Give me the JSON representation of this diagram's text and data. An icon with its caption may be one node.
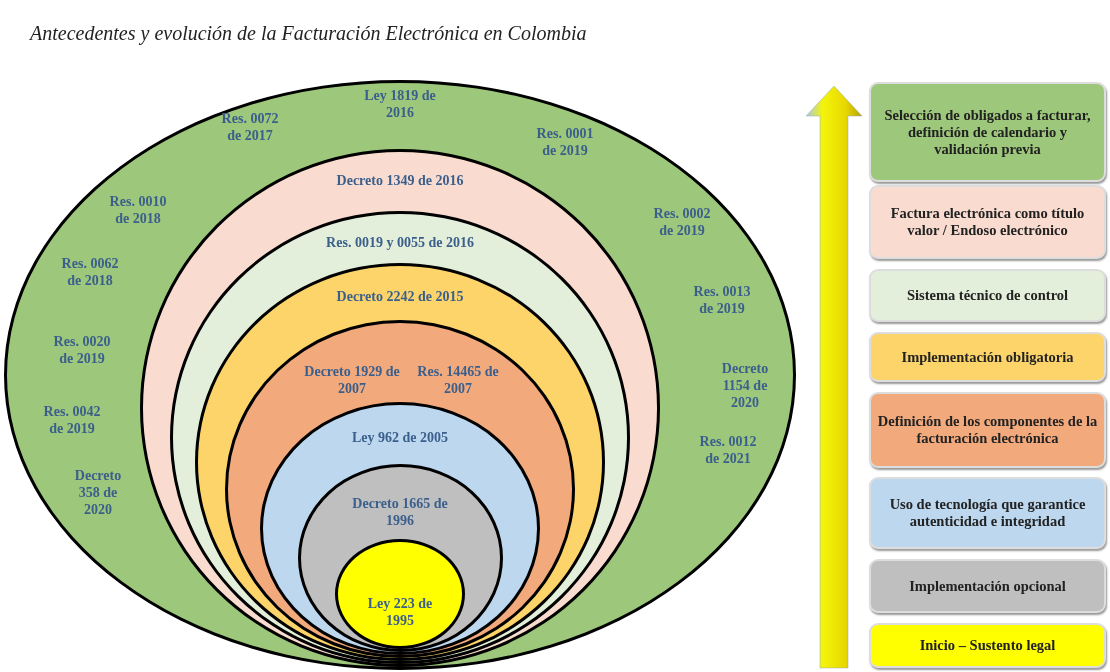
{
  "diagram": {
    "title": "Antecedentes y evolución de la Facturación Electrónica en Colombia",
    "nodes": [
      {
        "text": [
          "Ley 1819 de 2016",
          "Res. 0072 de 2017",
          "Res. 0001 de 2019",
          "Res. 0010 de 2018",
          "Res. 0002 de 2019",
          "Res. 0062 de 2018",
          "Res. 0013 de 2019",
          "Res. 0020 de 2019",
          "Decreto 1154 de 2020",
          "Res. 0042 de 2019",
          "Res. 0012 de 2021",
          "Decreto 358 de 2020"
        ]
      },
      {
        "text": [
          "Decreto 1349 de 2016"
        ],
        "in": 0
      },
      {
        "text": [
          "Res. 0019 y 0055 de 2016"
        ],
        "in": 1
      },
      {
        "text": [
          "Decreto 2242 de 2015"
        ],
        "in": 2
      },
      {
        "text": [
          "Decreto 1929 de 2007",
          "Res. 14465 de 2007"
        ],
        "in": 3
      },
      {
        "text": [
          "Ley 962 de 2005"
        ],
        "in": 4
      },
      {
        "text": [
          "Decreto 1665 de 1996"
        ],
        "in": 5
      },
      {
        "text": [
          "Ley 223 de 1995"
        ],
        "in": 6
      },
      {
        "text": [
          "Selección de obligados a facturar, definición de calendario y validación previa"
        ]
      },
      {
        "text": [
          "Factura electrónica como título valor / Endoso electrónico"
        ]
      },
      {
        "text": [
          "Sistema técnico de control"
        ]
      },
      {
        "text": [
          "Implementación obligatoria"
        ]
      },
      {
        "text": [
          "Definición de los componentes de la facturación electrónica"
        ]
      },
      {
        "text": [
          "Uso de tecnología que garantice autenticidad e integridad"
        ]
      },
      {
        "text": [
          "Implementación opcional"
        ]
      },
      {
        "text": [
          "Inicio – Sustento legal"
        ]
      }
    ],
    "edges": []
  }
}
